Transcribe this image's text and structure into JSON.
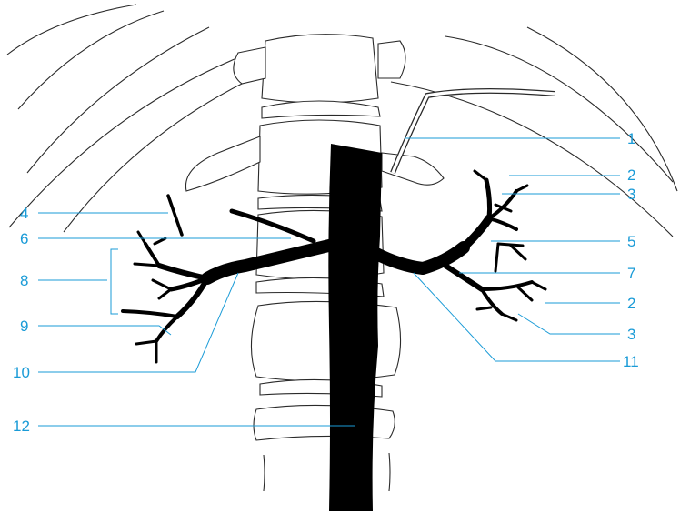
{
  "labels": {
    "l1": "1",
    "l2a": "2",
    "l3a": "3",
    "l4": "4",
    "l5": "5",
    "l6": "6",
    "l7": "7",
    "l8": "8",
    "l9": "9",
    "l10": "10",
    "l2b": "2",
    "l3b": "3",
    "l11": "11",
    "l12": "12"
  },
  "colors": {
    "label": "#1a9bd7",
    "line": "#000000",
    "background": "#ffffff"
  }
}
